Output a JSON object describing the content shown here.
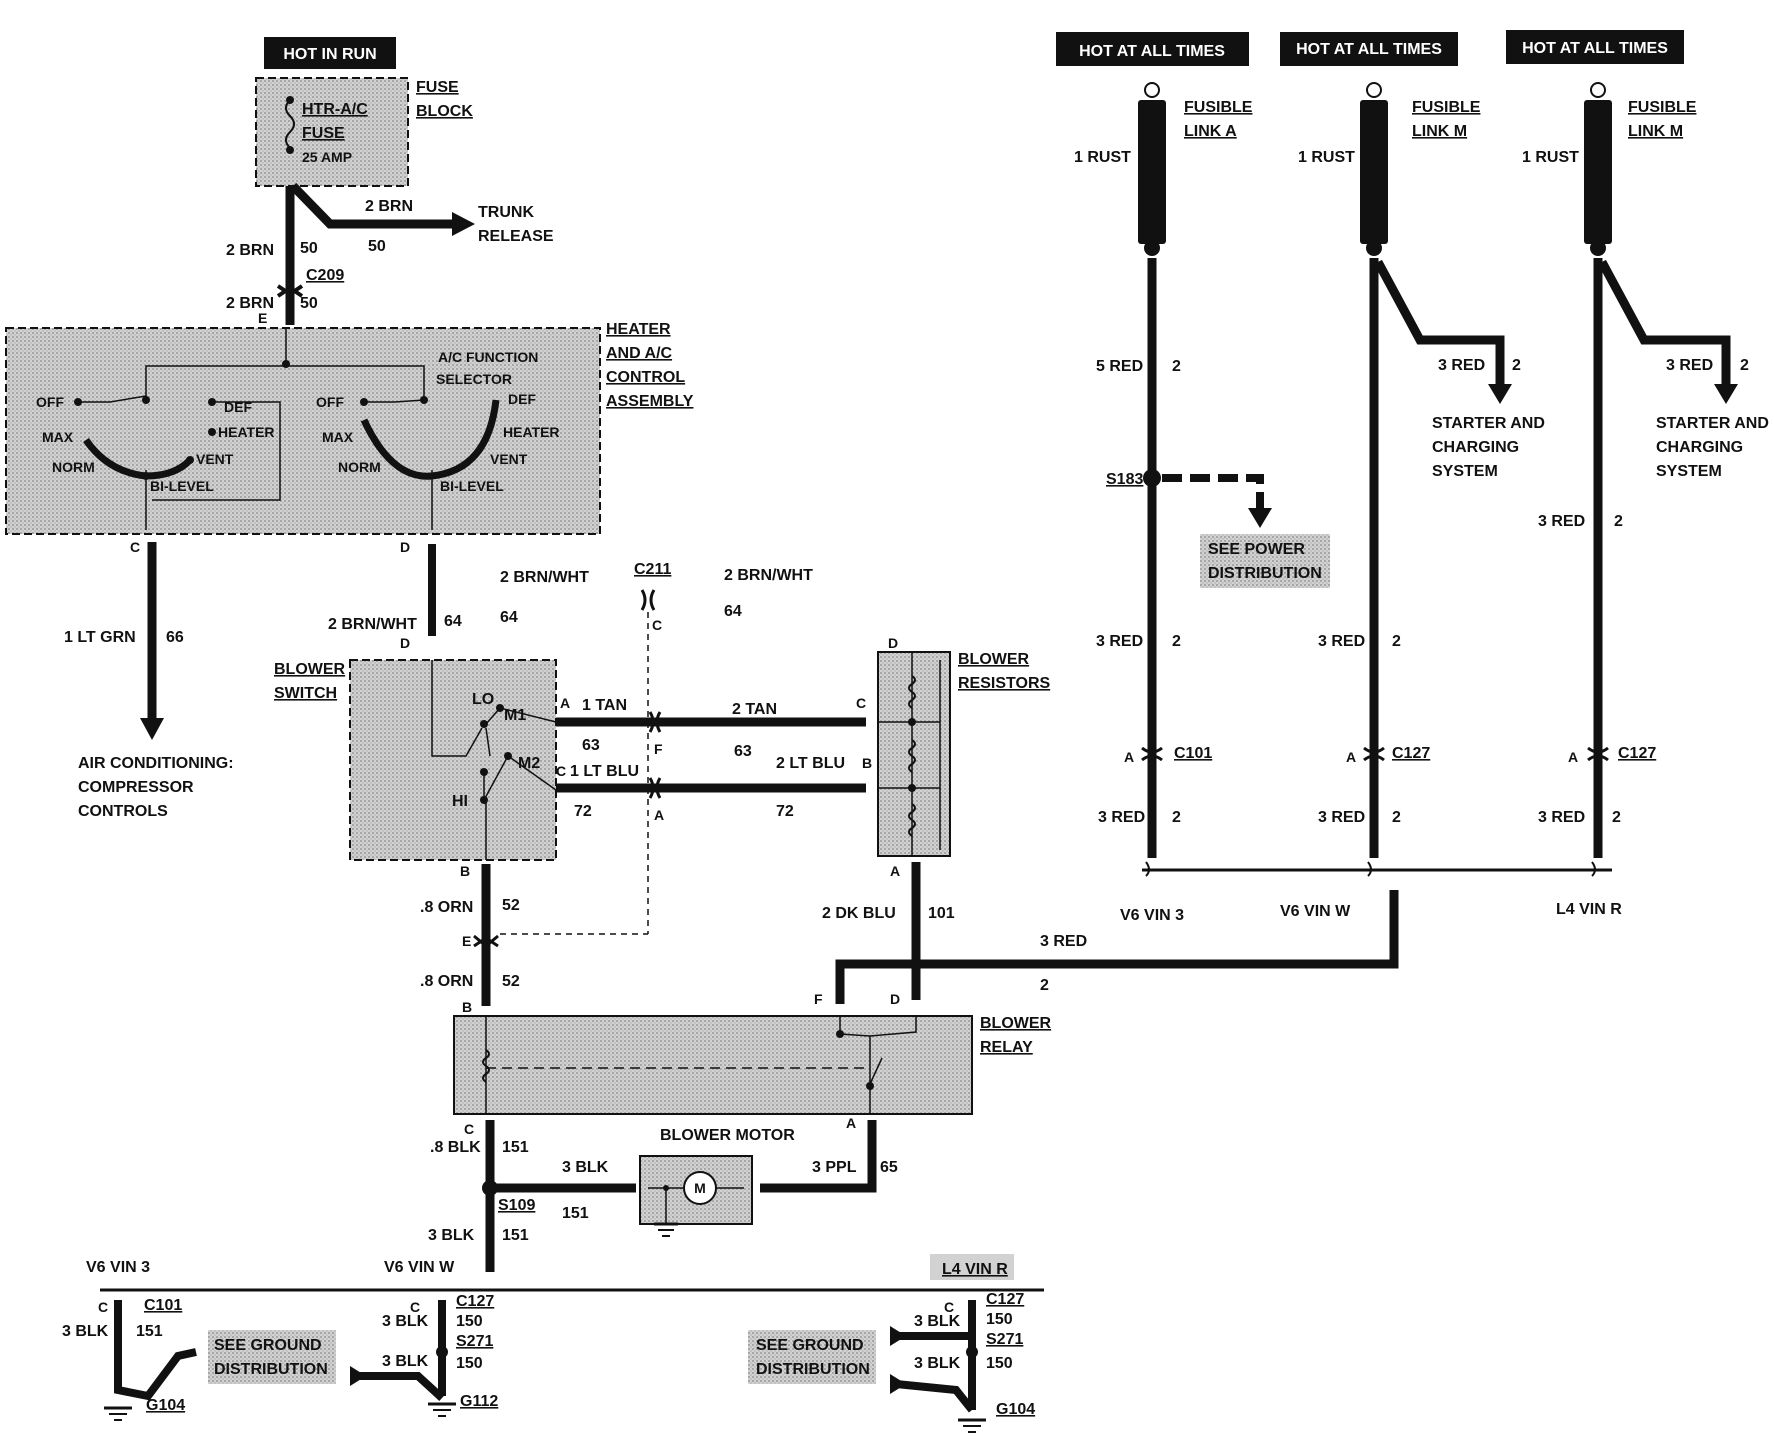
{
  "headers": {
    "hot_in_run": "HOT IN RUN",
    "hot_1": "HOT AT ALL TIMES",
    "hot_2": "HOT AT ALL TIMES",
    "hot_3": "HOT AT ALL TIMES"
  },
  "fuse": {
    "block1": "FUSE",
    "block2": "BLOCK",
    "name1": "HTR-A/C",
    "name2": "FUSE",
    "amp": "25 AMP"
  },
  "trunk": {
    "line1": "TRUNK",
    "line2": "RELEASE"
  },
  "control": {
    "l1": "HEATER",
    "l2": "AND A/C",
    "l3": "CONTROL",
    "l4": "ASSEMBLY",
    "sel1": "A/C FUNCTION",
    "sel2": "SELECTOR"
  },
  "switch_positions": {
    "off": "OFF",
    "max": "MAX",
    "norm": "NORM",
    "def": "DEF",
    "heater": "HEATER",
    "vent": "VENT",
    "bilevel": "BI-LEVEL"
  },
  "blower_switch": {
    "l1": "BLOWER",
    "l2": "SWITCH",
    "lo": "LO",
    "m1": "M1",
    "m2": "M2",
    "hi": "HI"
  },
  "blower_resistors": {
    "l1": "BLOWER",
    "l2": "RESISTORS"
  },
  "blower_relay": {
    "l1": "BLOWER",
    "l2": "RELAY"
  },
  "blower_motor": "BLOWER MOTOR",
  "ac": {
    "l1": "AIR CONDITIONING:",
    "l2": "COMPRESSOR",
    "l3": "CONTROLS"
  },
  "fusible": {
    "a1": "FUSIBLE",
    "a2": "LINK A",
    "m1": "FUSIBLE",
    "m2": "LINK M",
    "m3": "FUSIBLE",
    "m4": "LINK M"
  },
  "starter": {
    "l1": "STARTER AND",
    "l2": "CHARGING",
    "l3": "SYSTEM"
  },
  "power_dist": {
    "l1": "SEE POWER",
    "l2": "DISTRIBUTION"
  },
  "ground_dist": {
    "l1": "SEE GROUND",
    "l2": "DISTRIBUTION"
  },
  "vins": {
    "v6_vin_3": "V6 VIN 3",
    "v6_vin_w": "V6 VIN W",
    "l4_vin_r": "L4 VIN R"
  },
  "connectors": {
    "c209": "C209",
    "c211": "C211",
    "c101": "C101",
    "c127": "C127",
    "s183": "S183",
    "s109": "S109",
    "s271": "S271",
    "g104": "G104",
    "g112": "G112"
  },
  "pins": {
    "a": "A",
    "b": "B",
    "c": "C",
    "d": "D",
    "e": "E",
    "f": "F"
  },
  "wires": {
    "brn2": "2 BRN",
    "n50": "50",
    "brnwht2": "2 BRN/WHT",
    "n64": "64",
    "ltgrn1": "1 LT GRN",
    "n66": "66",
    "tan1": "1 TAN",
    "tan2": "2 TAN",
    "n63": "63",
    "ltblu1": "1 LT BLU",
    "ltblu2": "2 LT BLU",
    "n72": "72",
    "orn8": ".8 ORN",
    "n52": "52",
    "dkblu2": "2  DK BLU",
    "n101": "101",
    "red3": "3 RED",
    "red5": "5 RED",
    "rust1": "1 RUST",
    "n2": "2",
    "blk8": ".8 BLK",
    "blk3": "3 BLK",
    "n151": "151",
    "n150": "150",
    "ppl3": "3 PPL",
    "n65": "65"
  }
}
